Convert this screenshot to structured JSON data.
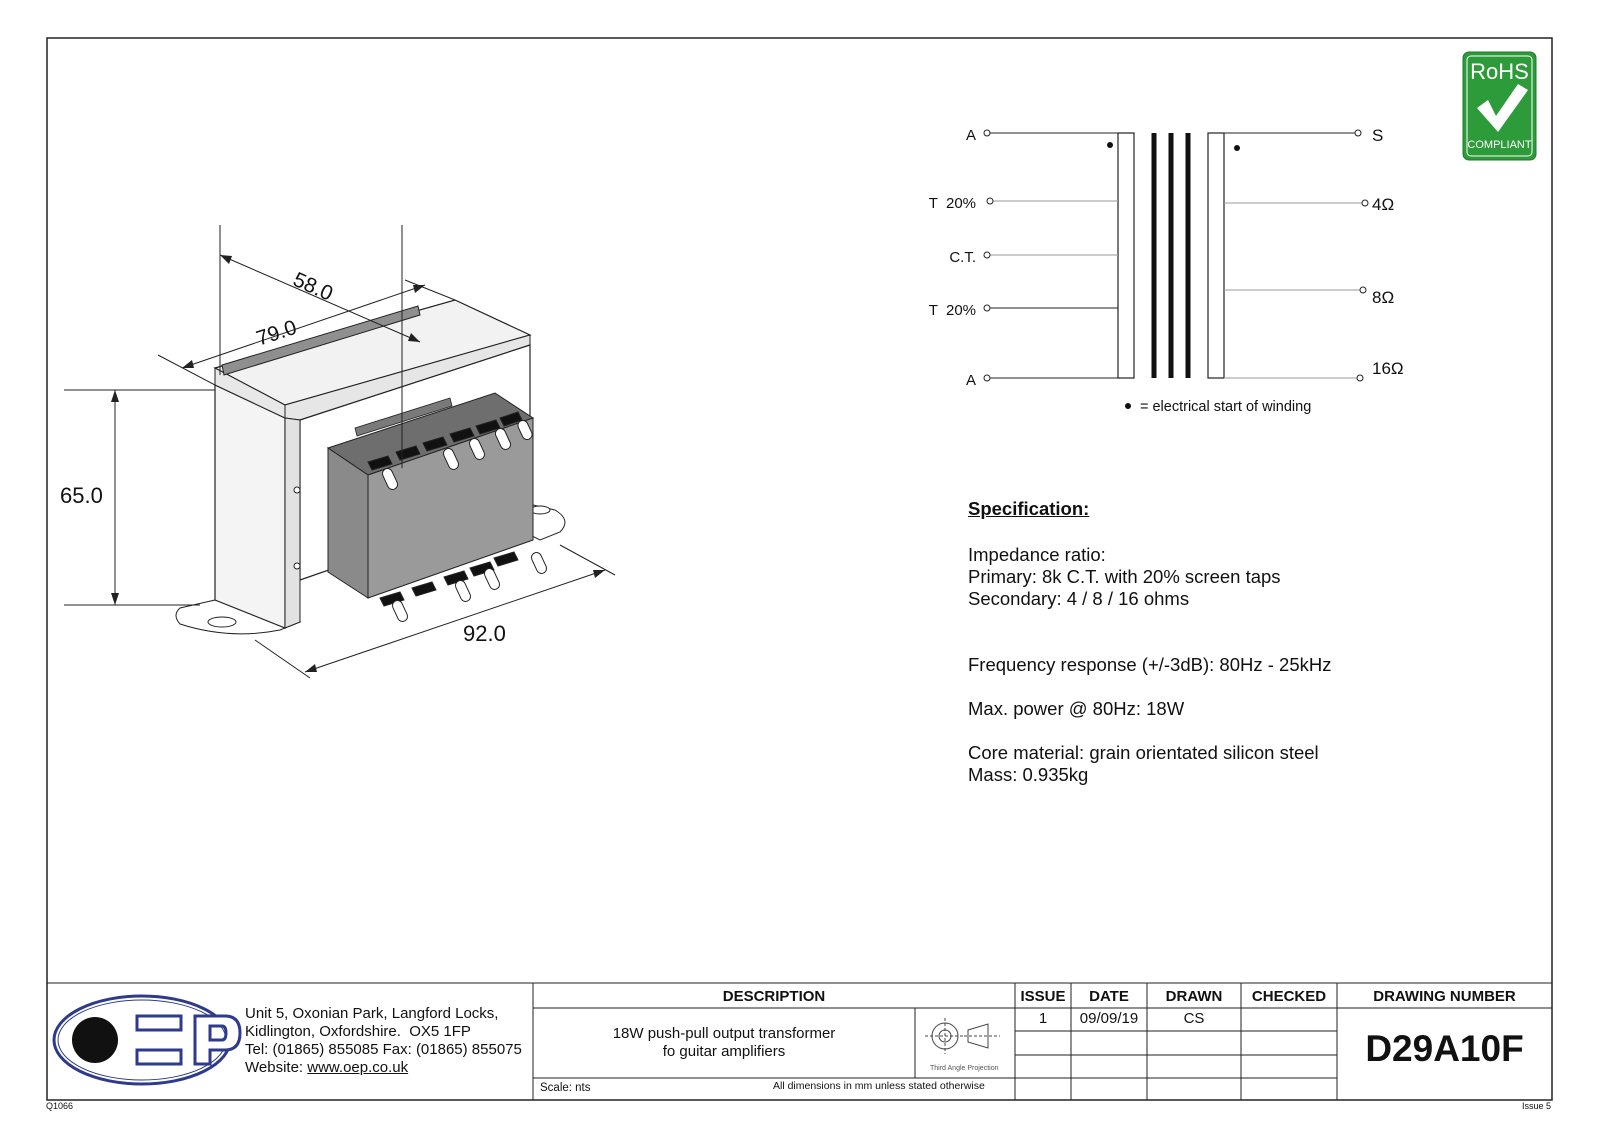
{
  "dimensions": {
    "width": "58.0",
    "depth": "79.0",
    "height": "65.0",
    "length": "92.0"
  },
  "rohs": {
    "line1": "RoHS",
    "line2": "COMPLIANT"
  },
  "schematic": {
    "primary": [
      {
        "label": "A"
      },
      {
        "label": "T  20%"
      },
      {
        "label": "C.T."
      },
      {
        "label": "T  20%"
      },
      {
        "label": "A"
      }
    ],
    "secondary": [
      {
        "label": "S"
      },
      {
        "label": "4Ω"
      },
      {
        "label": "8Ω"
      },
      {
        "label": "16Ω"
      }
    ],
    "legend": "= electrical start of winding"
  },
  "specification": {
    "heading": "Specification:",
    "impedance_label": "Impedance ratio:",
    "primary": "Primary: 8k C.T. with 20% screen taps",
    "secondary": "Secondary: 4 / 8 / 16 ohms",
    "frequency": "Frequency response (+/-3dB): 80Hz - 25kHz",
    "power": "Max. power @ 80Hz: 18W",
    "core": "Core material: grain orientated silicon steel",
    "mass": "Mass: 0.935kg"
  },
  "title_block": {
    "address1": "Unit 5, Oxonian Park, Langford Locks,",
    "address2": "Kidlington, Oxfordshire.  OX5 1FP",
    "tel": "Tel: (01865) 855085 Fax: (01865) 855075",
    "website_label": "Website: ",
    "website": "www.oep.co.uk",
    "description_header": "DESCRIPTION",
    "description_line1": "18W push-pull output transformer",
    "description_line2": "fo guitar amplifiers",
    "projection_label": "Third Angle Projection",
    "scale": "Scale: nts",
    "dims_note": "All dimensions in mm unless stated otherwise",
    "issue_header": "ISSUE",
    "date_header": "DATE",
    "drawn_header": "DRAWN",
    "checked_header": "CHECKED",
    "drawing_number_header": "DRAWING NUMBER",
    "issue": "1",
    "date": "09/09/19",
    "drawn": "CS",
    "checked": "",
    "drawing_number": "D29A10F",
    "form_ref": "Q1066",
    "issue_ref": "Issue 5"
  }
}
